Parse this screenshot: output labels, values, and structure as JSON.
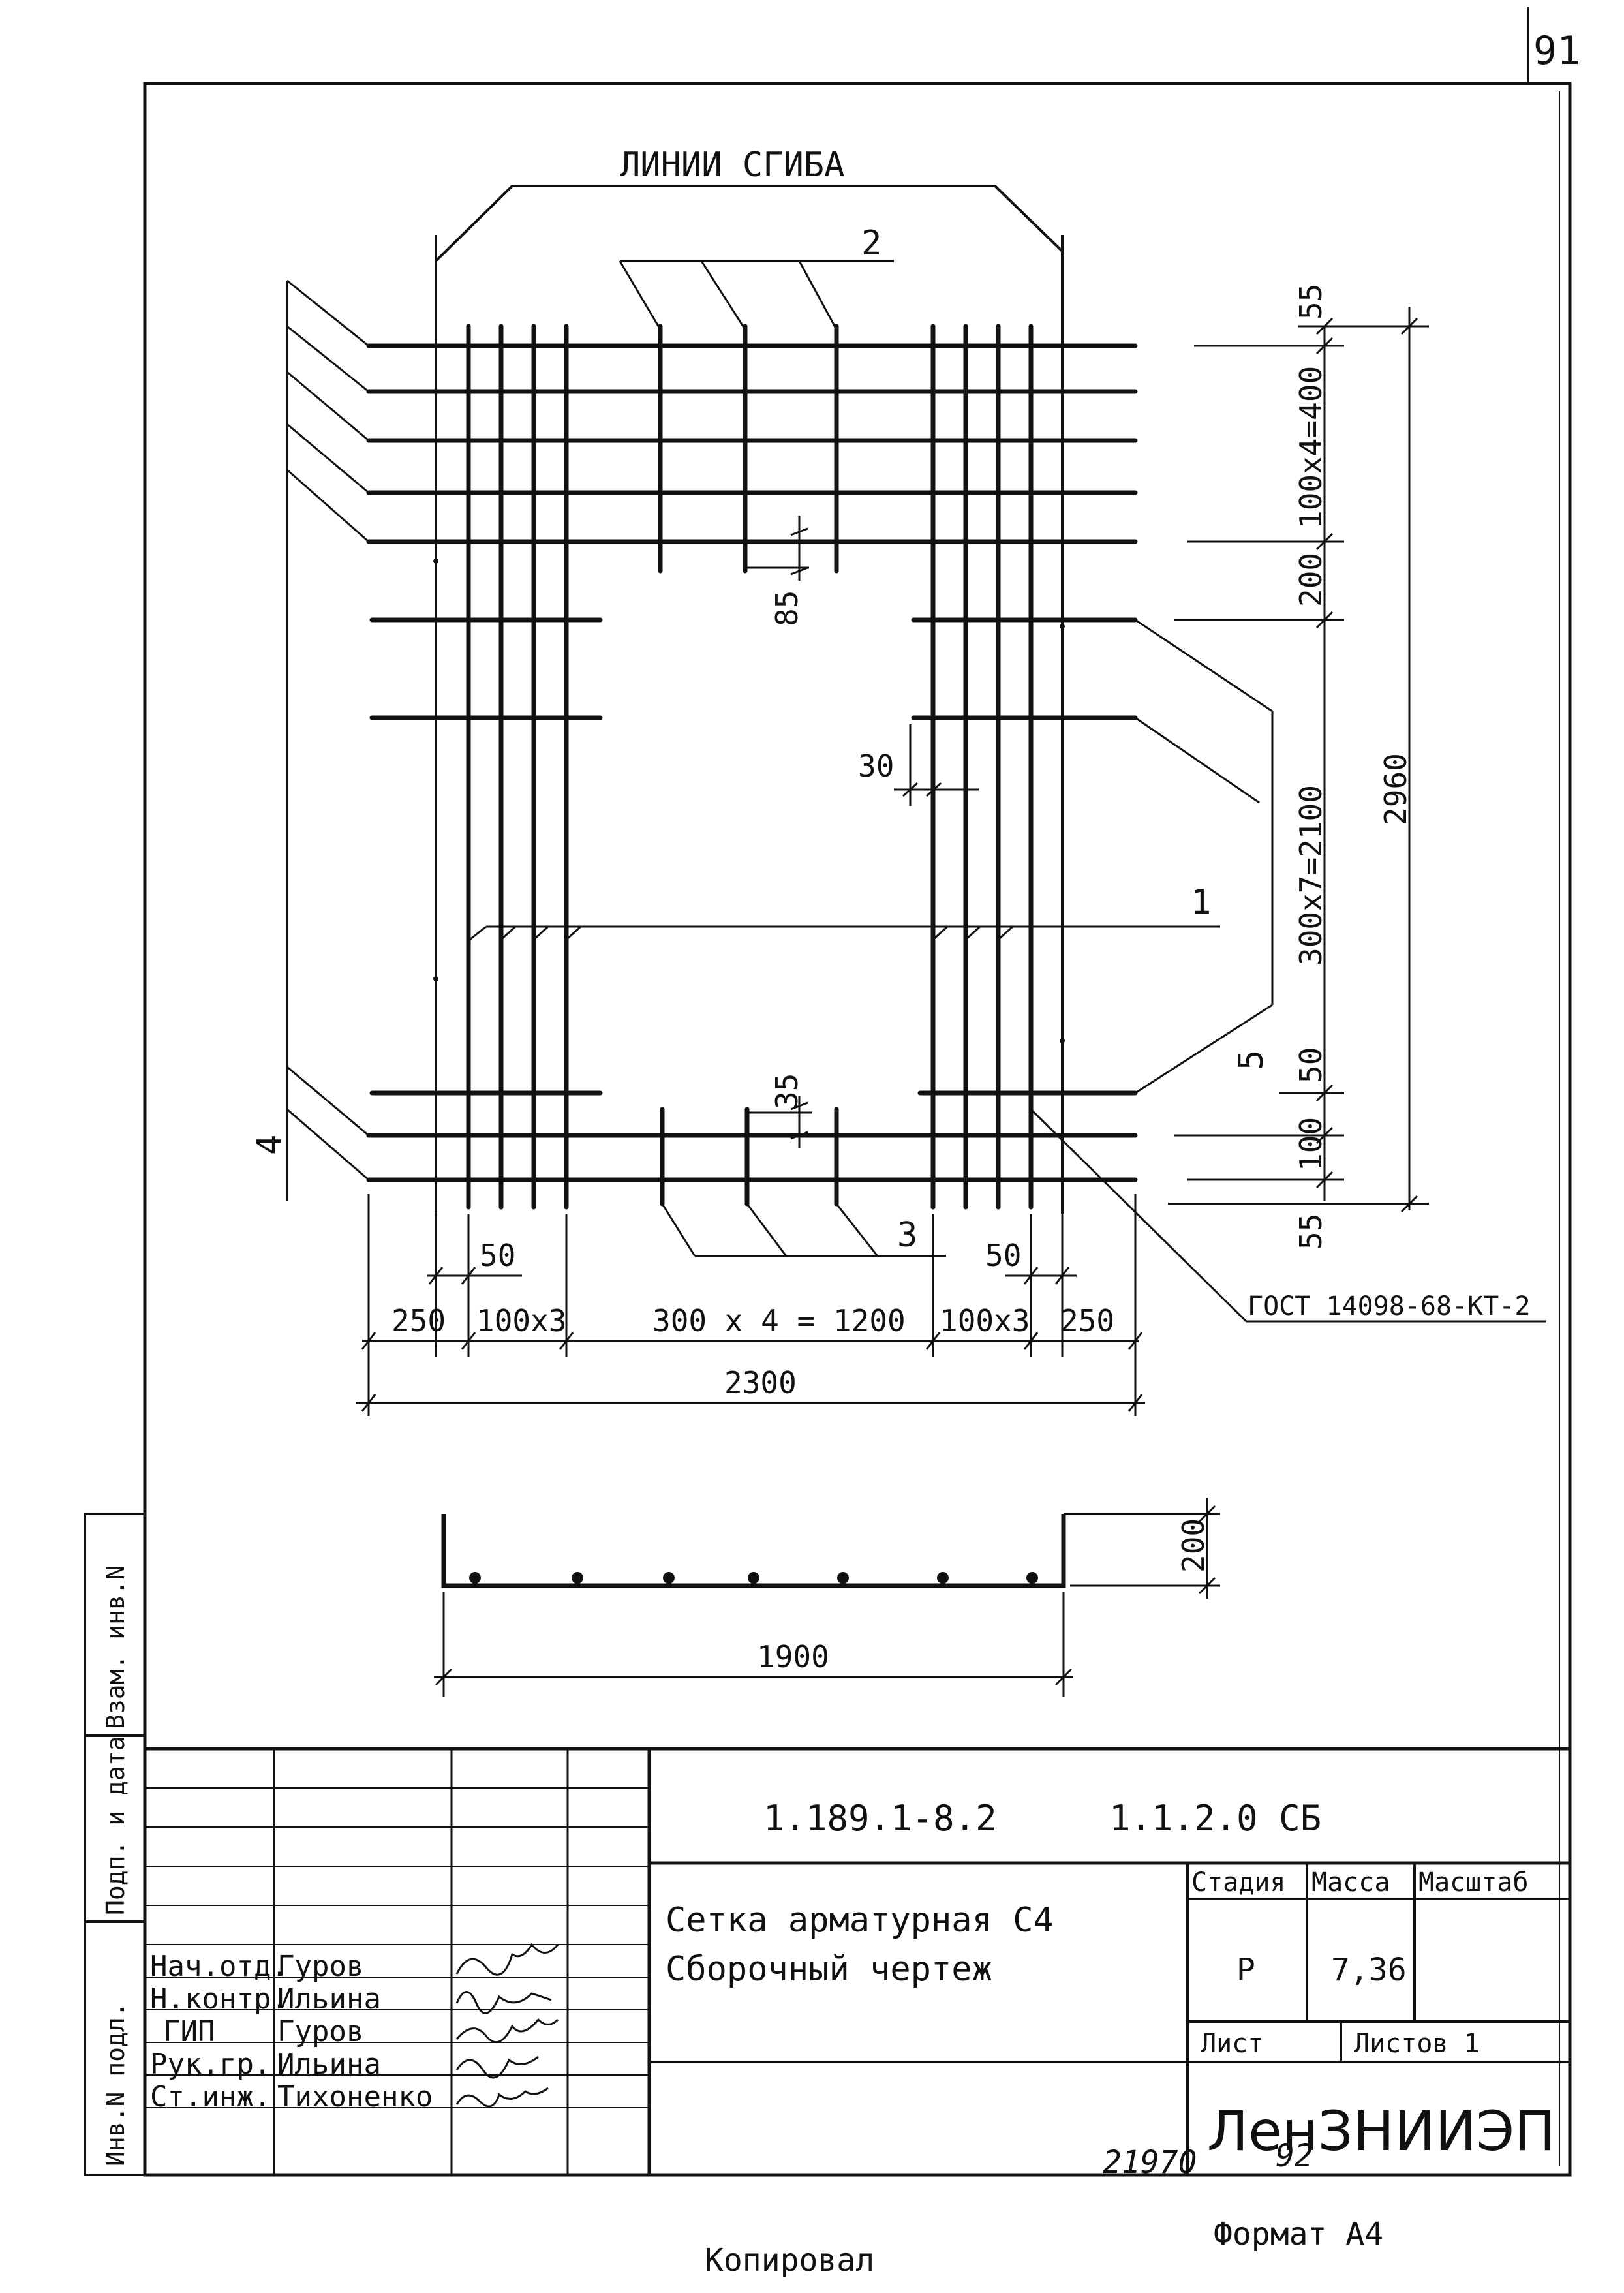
{
  "sheet": {
    "number": "91",
    "format_label": "Формат А4",
    "copied_label": "Копировал",
    "archive_number": "21970",
    "archive_sub": "92"
  },
  "drawing": {
    "bend_lines_label": "ЛИНИИ СГИБА",
    "callouts": {
      "pos1": "1",
      "pos2": "2",
      "pos3": "3",
      "pos4": "4",
      "pos5": "5"
    },
    "gost_label": "ГОСТ 14098-68-КТ-2",
    "dims": {
      "d_85": "85",
      "d_30": "30",
      "d_35": "35",
      "d_50_left": "50",
      "d_50_right": "50",
      "d_250_left": "250",
      "d_100x3_left": "100x3",
      "d_300x4": "300 x 4 = 1200",
      "d_100x3_right": "100x3",
      "d_250_right": "250",
      "d_2300": "2300",
      "d_1900": "1900",
      "d_200_section": "200",
      "d_55_top": "55",
      "d_100x4": "100x4=400",
      "d_200": "200",
      "d_300x7": "300x7=2100",
      "d_50v": "50",
      "d_100v": "100",
      "d_55_bottom": "55",
      "d_2960": "2960"
    }
  },
  "side_stamp": {
    "inv_podl": "Инв.N подл.",
    "podp_data": "Подп. и дата",
    "vzam_inv": "Взам. инв.N"
  },
  "title_block": {
    "code": "1.189.1-8.2",
    "mark": "1.1.2.0 СБ",
    "title_line1": "Сетка арматурная С4",
    "title_line2": "Сборочный чертеж",
    "stage_header": "Стадия",
    "mass_header": "Масса",
    "scale_header": "Масштаб",
    "stage_value": "Р",
    "mass_value": "7,36",
    "sheet_label": "Лист",
    "sheets_label": "Листов 1",
    "org": "ЛенЗНИИЭП",
    "signatures": [
      {
        "role": "Нач.отд.",
        "name": "Гуров"
      },
      {
        "role": "Н.контр.",
        "name": "Ильина"
      },
      {
        "role": "ГИП",
        "name": "Гуров"
      },
      {
        "role": "Рук.гр.",
        "name": "Ильина"
      },
      {
        "role": "Ст.инж.",
        "name": "Тихоненко"
      }
    ]
  }
}
